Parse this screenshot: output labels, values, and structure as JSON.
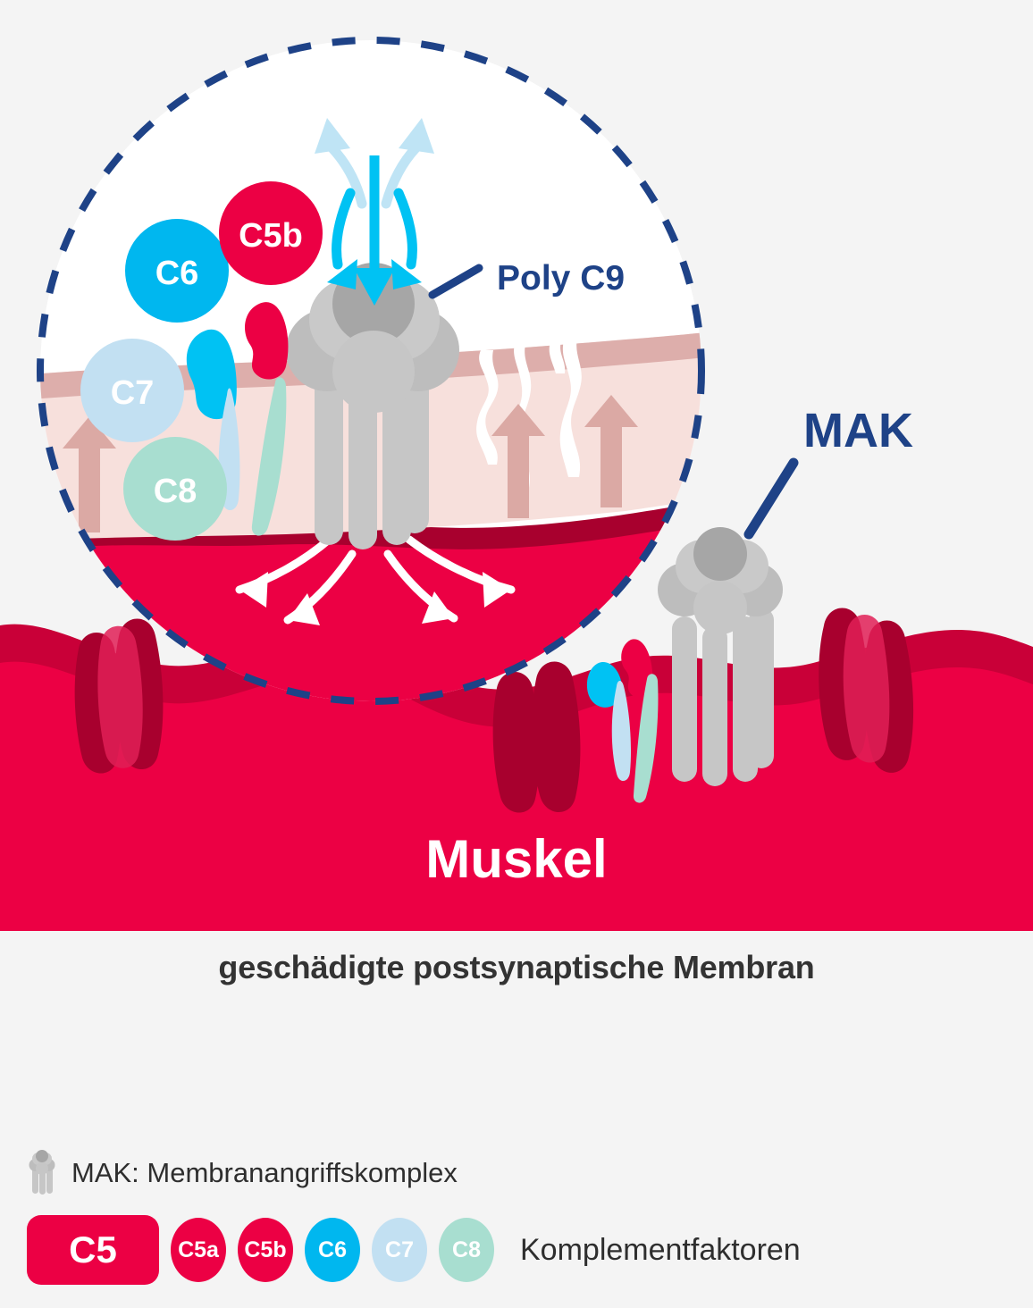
{
  "diagram": {
    "title_label": "Muskel",
    "caption": "geschädigte postsynaptische Membran",
    "callouts": {
      "poly_c9": "Poly C9",
      "mak": "MAK"
    },
    "complement_bubbles": [
      {
        "label": "C6",
        "color": "#00b7ef"
      },
      {
        "label": "C5b",
        "color": "#ec0044"
      },
      {
        "label": "C7",
        "color": "#c2e0f2"
      },
      {
        "label": "C8",
        "color": "#a8ded0"
      }
    ],
    "colors": {
      "muscle_red": "#ec0044",
      "muscle_dark_red": "#a8002e",
      "muscle_mid_red": "#c90038",
      "membrane_fill": "#f7e0dc",
      "membrane_edge": "#ddaeab",
      "pore_gray": "#c6c6c6",
      "pore_gray_dark": "#a6a6a6",
      "pore_gray_darkest": "#969696",
      "navy": "#1e4287",
      "arrow_cyan": "#00c2f3",
      "arrow_light_blue": "#bfe4f5",
      "arrow_white": "#ffffff",
      "arrow_pink": "#dba9a4",
      "background": "#f4f4f4",
      "circle_inner": "#ffffff"
    }
  },
  "legend": {
    "mak_icon_name": "mak-pore-icon",
    "mak_text": "MAK: Membranangriffskomplex",
    "factors_text": "Komplementfaktoren",
    "badges": [
      {
        "label": "C5",
        "color": "#ec0044",
        "shape": "rounded-rect"
      },
      {
        "label": "C5a",
        "color": "#ec0044",
        "shape": "ellipse"
      },
      {
        "label": "C5b",
        "color": "#ec0044",
        "shape": "ellipse"
      },
      {
        "label": "C6",
        "color": "#00b7ef",
        "shape": "ellipse"
      },
      {
        "label": "C7",
        "color": "#c2e0f2",
        "shape": "ellipse"
      },
      {
        "label": "C8",
        "color": "#a8ded0",
        "shape": "ellipse"
      }
    ]
  }
}
